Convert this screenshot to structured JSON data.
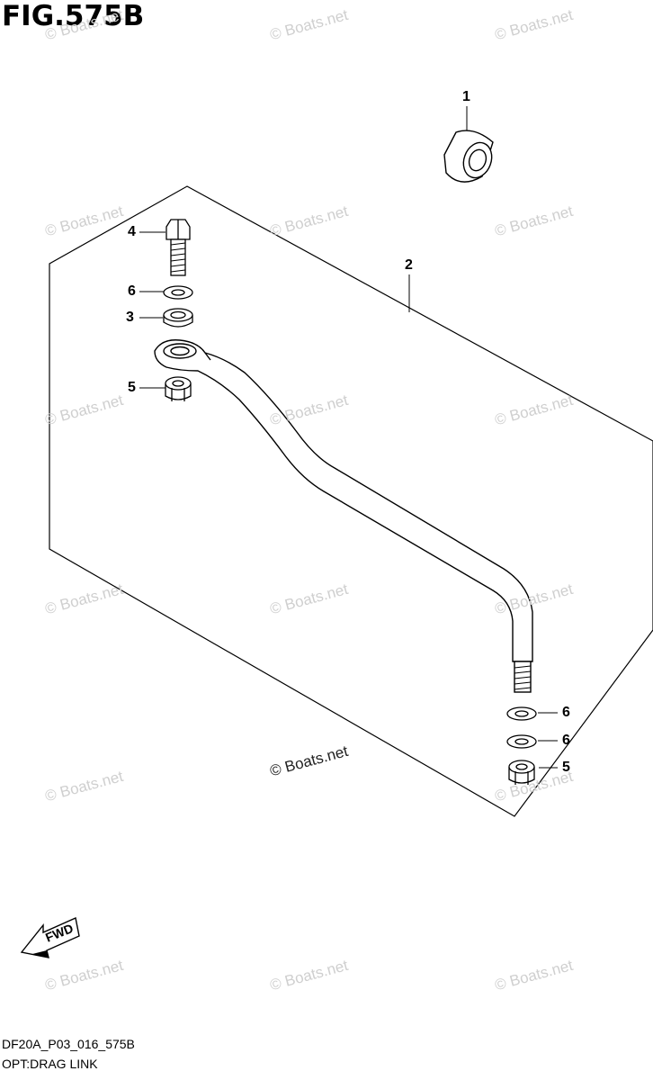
{
  "figure": {
    "title": "FIG.575B"
  },
  "callouts": {
    "c1": "1",
    "c2": "2",
    "c3": "3",
    "c4": "4",
    "c5a": "5",
    "c5b": "5",
    "c6a": "6",
    "c6b": "6",
    "c6c": "6"
  },
  "watermark": {
    "text": "© Boats.net"
  },
  "fwd_label": "FWD",
  "footer": {
    "code": "DF20A_P03_016_575B",
    "caption": "OPT:DRAG LINK"
  }
}
